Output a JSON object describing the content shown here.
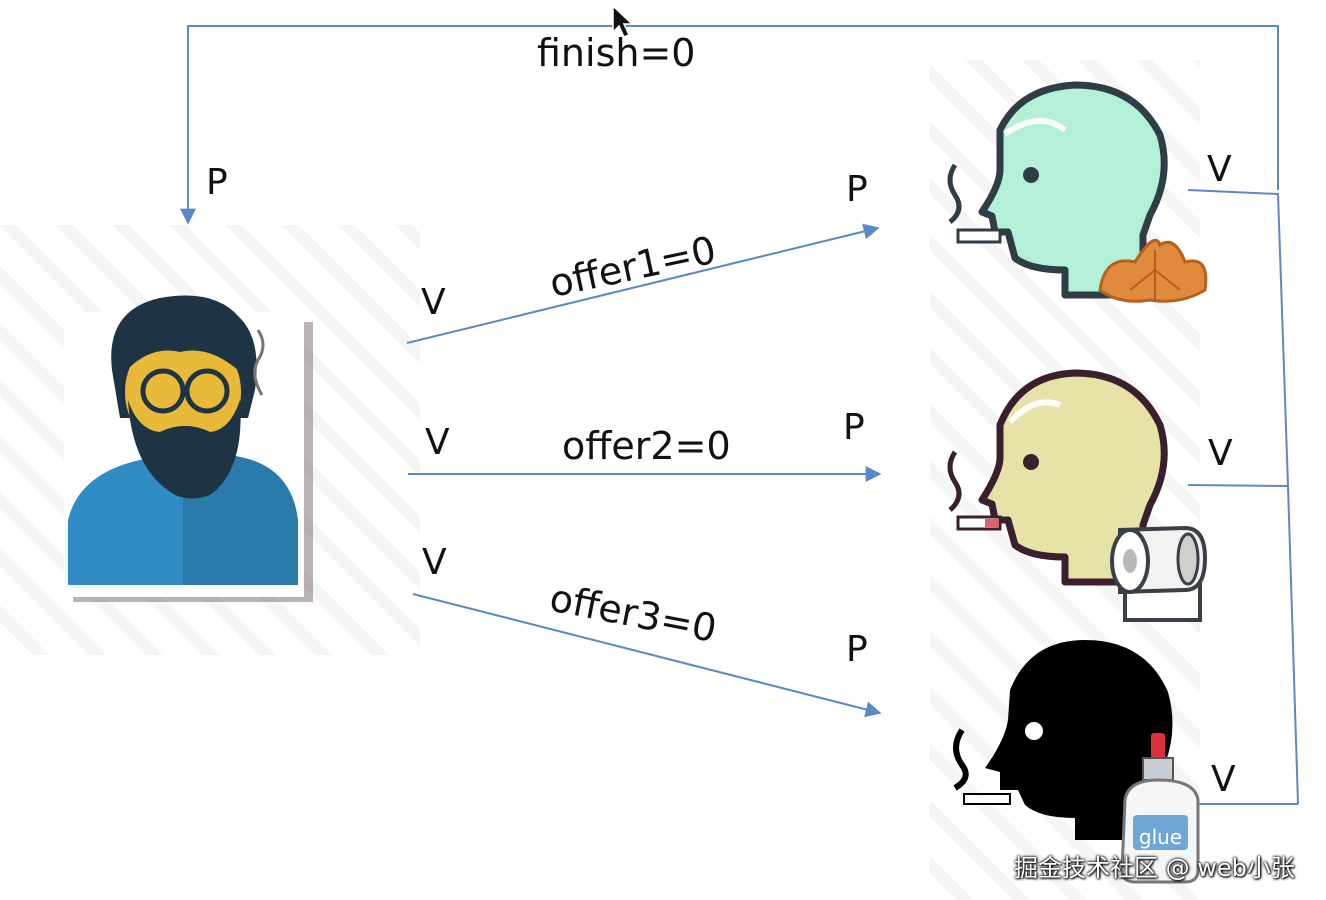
{
  "diagram": {
    "finish_label": "finish=0",
    "agent": {
      "p": "P",
      "v1": "V",
      "v2": "V",
      "v3": "V"
    },
    "offers": [
      {
        "label": "offer1=0",
        "p": "P"
      },
      {
        "label": "offer2=0",
        "p": "P"
      },
      {
        "label": "offer3=0",
        "p": "P"
      }
    ],
    "smokers": [
      {
        "v": "V",
        "item_icon": "tobacco-leaf-icon",
        "head_color": "#b4efd8"
      },
      {
        "v": "V",
        "item_icon": "paper-roll-icon",
        "head_color": "#e6e2a8"
      },
      {
        "v": "V",
        "item_icon": "glue-bottle-icon",
        "head_color": "#000000",
        "glue_text": "glue"
      }
    ],
    "arrow_color": "#5b88c6"
  },
  "watermark": "掘金技术社区 @ web小张"
}
